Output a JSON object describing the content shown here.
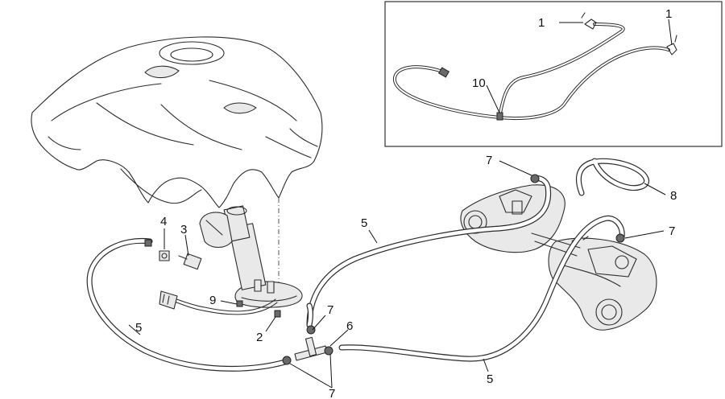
{
  "callouts": {
    "c1a": "1",
    "c1b": "1",
    "c10": "10",
    "c7_top": "7",
    "c8": "8",
    "c7_right": "7",
    "c5_mid": "5",
    "c4": "4",
    "c3": "3",
    "c9": "9",
    "c2": "2",
    "c5_left": "5",
    "c7_center": "7",
    "c6": "6",
    "c5_bottom": "5",
    "c7_bottom": "7"
  },
  "colors": {
    "line": "#2b2b2b",
    "part_fill": "#e9e9e9",
    "background": "#ffffff"
  },
  "icons": {
    "fuel_tank": "fuel-tank-drawing",
    "fuel_pump": "fuel-pump-drawing",
    "throttle_body": "throttle-body-drawing"
  }
}
